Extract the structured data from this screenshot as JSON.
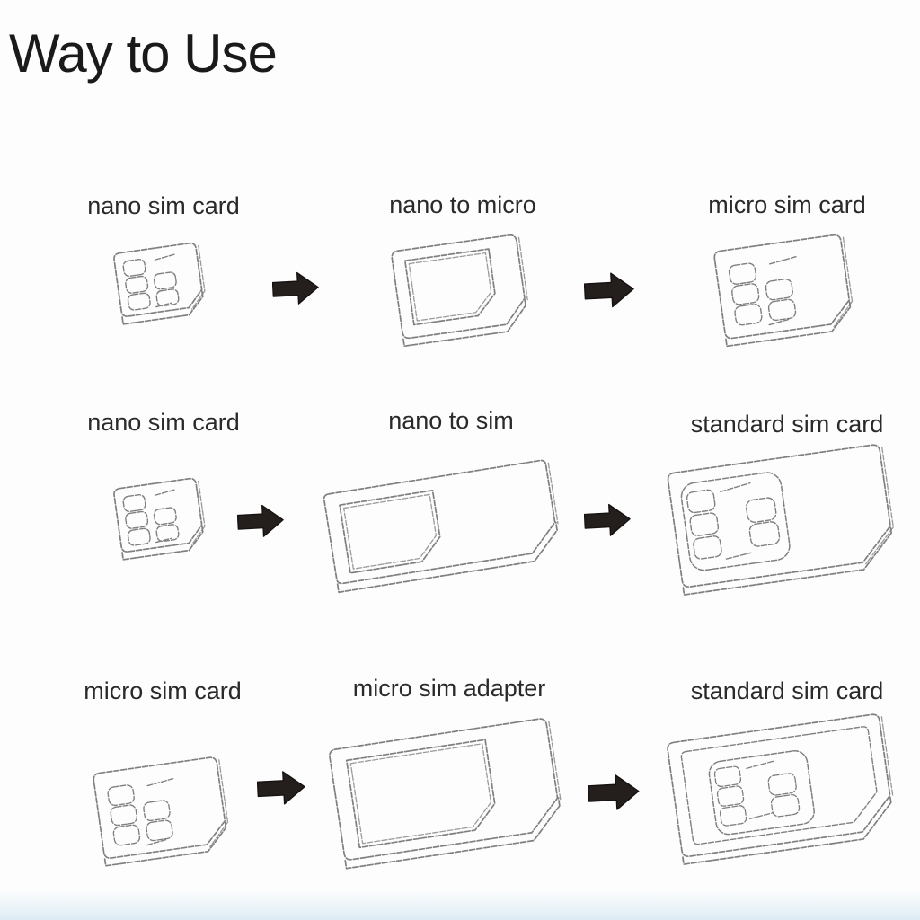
{
  "title": "Way to Use",
  "colors": {
    "background": "#fdfdfd",
    "title_text": "#1a1a1a",
    "label_text": "#2a2a2a",
    "sketch_line": "#7f7f7f",
    "arrow_fill": "#241e1d",
    "bottom_band": "#e9f2f8"
  },
  "rows": [
    {
      "items": [
        {
          "label": "nano sim card",
          "icon": "nano-sim-card-illustration"
        },
        {
          "label": "nano to micro",
          "icon": "nano-to-micro-adapter-illustration"
        },
        {
          "label": "micro sim card",
          "icon": "micro-sim-card-illustration"
        }
      ],
      "arrows": [
        "right-arrow-icon",
        "right-arrow-icon"
      ]
    },
    {
      "items": [
        {
          "label": "nano sim card",
          "icon": "nano-sim-card-illustration"
        },
        {
          "label": "nano to sim",
          "icon": "nano-to-sim-adapter-illustration"
        },
        {
          "label": "standard sim card",
          "icon": "standard-sim-card-illustration"
        }
      ],
      "arrows": [
        "right-arrow-icon",
        "right-arrow-icon"
      ]
    },
    {
      "items": [
        {
          "label": "micro sim card",
          "icon": "micro-sim-card-illustration"
        },
        {
          "label": "micro sim adapter",
          "icon": "micro-sim-adapter-illustration"
        },
        {
          "label": "standard sim card",
          "icon": "standard-sim-card-with-punchout-illustration"
        }
      ],
      "arrows": [
        "right-arrow-icon",
        "right-arrow-icon"
      ]
    }
  ]
}
